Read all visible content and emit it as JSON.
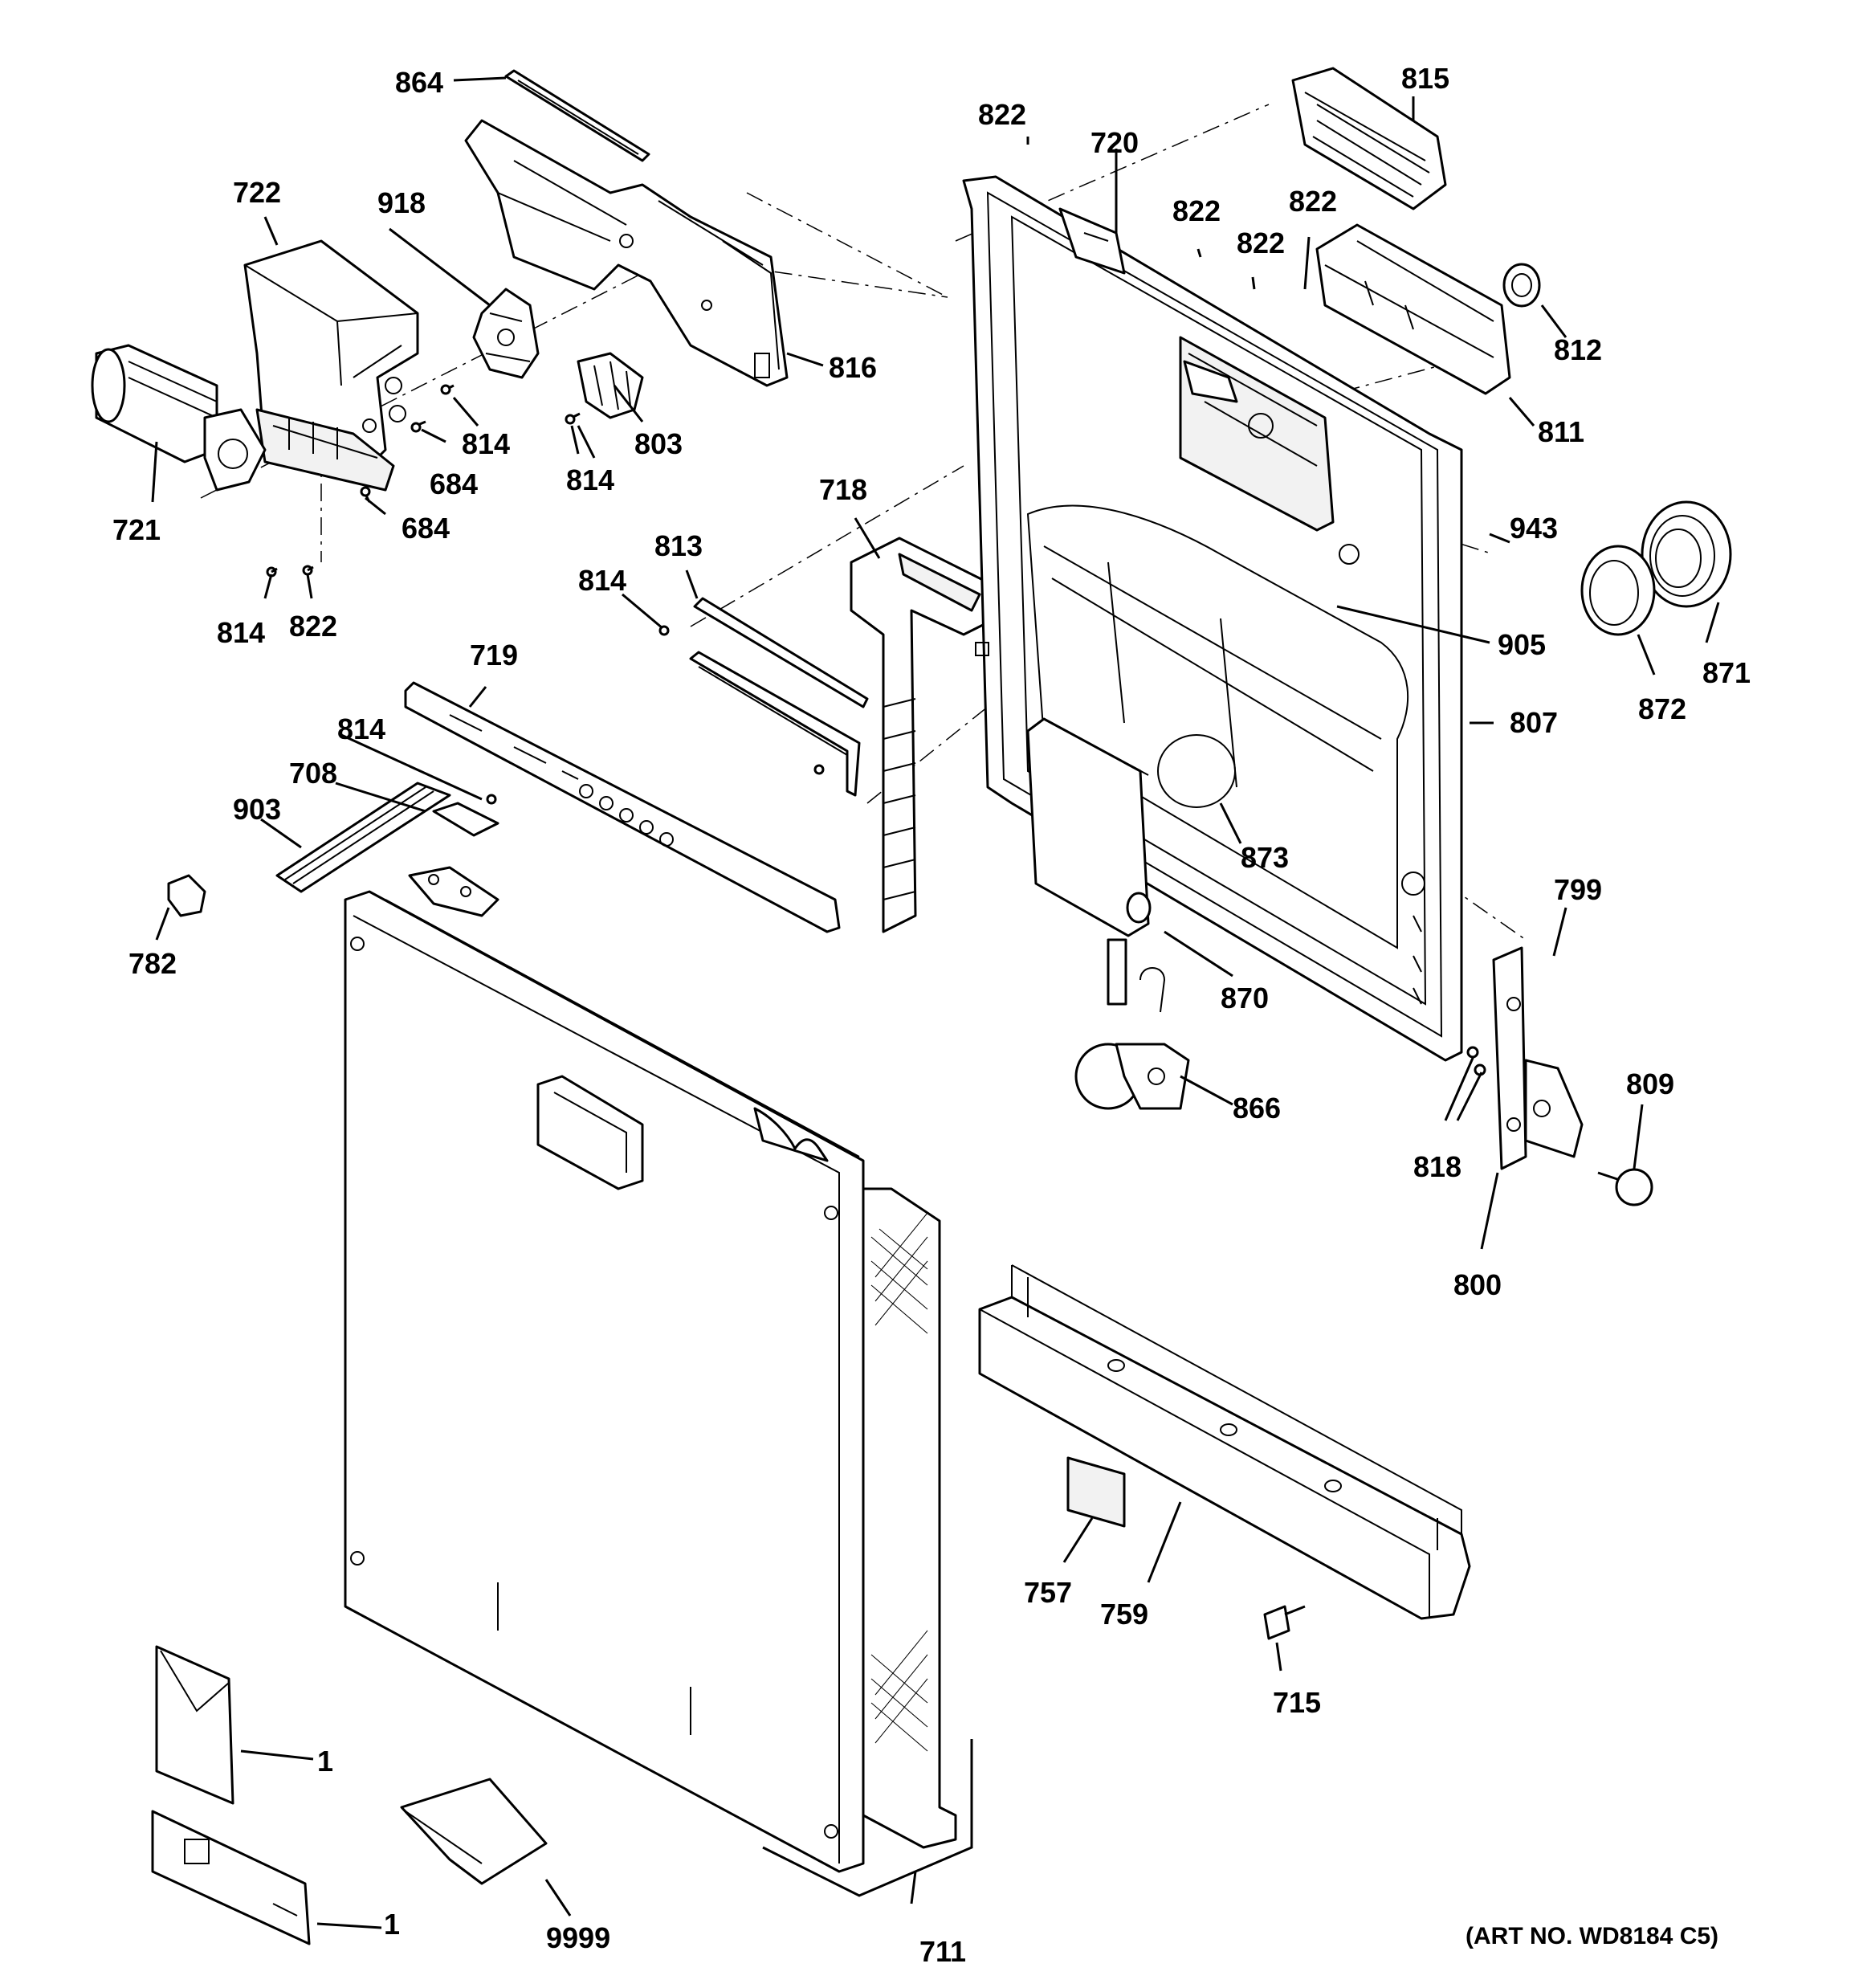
{
  "diagram": {
    "art_number": "(ART NO. WD8184 C5)",
    "callouts": {
      "c864": "864",
      "c722": "722",
      "c918": "918",
      "c816": "816",
      "c721": "721",
      "c814a": "814",
      "c684a": "684",
      "c684b": "684",
      "c814b": "814",
      "c803": "803",
      "c814c": "814",
      "c822a": "822",
      "c718": "718",
      "c813": "813",
      "c814d": "814",
      "c719": "719",
      "c814e": "814",
      "c708": "708",
      "c903": "903",
      "c782": "782",
      "c822b": "822",
      "c720": "720",
      "c815": "815",
      "c822c": "822",
      "c822d": "822",
      "c822e": "822",
      "c812": "812",
      "c811": "811",
      "c943": "943",
      "c905": "905",
      "c871": "871",
      "c872": "872",
      "c807": "807",
      "c873": "873",
      "c870": "870",
      "c866": "866",
      "c799": "799",
      "c818": "818",
      "c809": "809",
      "c800": "800",
      "c757": "757",
      "c759": "759",
      "c715": "715",
      "c1a": "1",
      "c1b": "1",
      "c9999": "9999",
      "c711": "711"
    }
  }
}
